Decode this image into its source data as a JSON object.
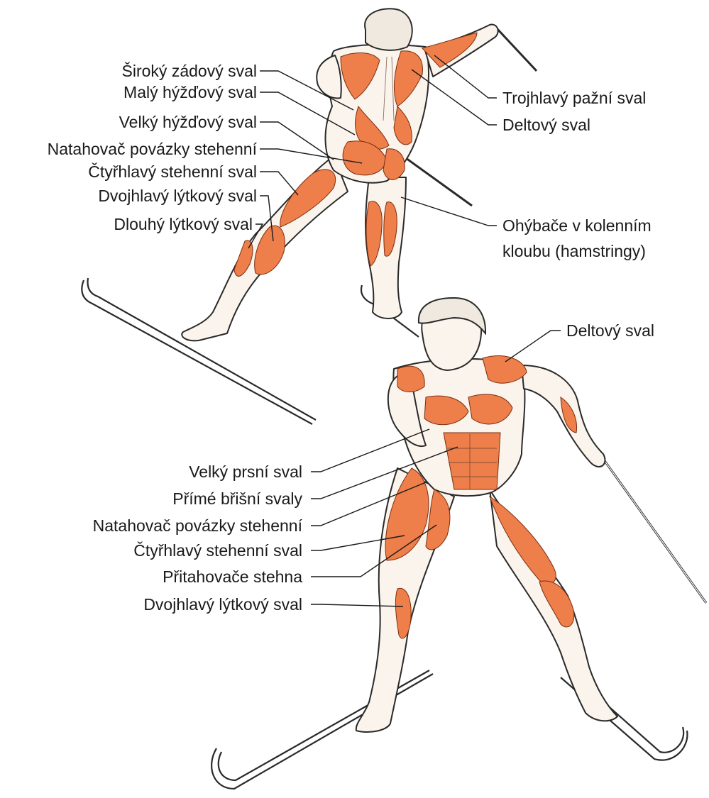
{
  "top_figure": {
    "labels_left": [
      "Široký zádový sval",
      "Malý hýžďový sval",
      "Velký hýžďový sval",
      "Natahovač povázky stehenní",
      "Čtyřhlavý stehenní sval",
      "Dvojhlavý lýtkový sval",
      "Dlouhý lýtkový sval"
    ],
    "labels_right": [
      "Trojhlavý pažní sval",
      "Deltový sval"
    ],
    "hamstrings_line1": "Ohýbače v kolenním",
    "hamstrings_line2": "kloubu (hamstringy)"
  },
  "bottom_figure": {
    "deltoid_label": "Deltový sval",
    "labels_left": [
      "Velký prsní sval",
      "Přímé břišní svaly",
      "Natahovač povázky stehenní",
      "Čtyřhlavý stehenní sval",
      "Přitahovače stehna",
      "Dvojhlavý lýtkový sval"
    ]
  },
  "colors": {
    "muscle": "#ee7e4a",
    "skin": "#fbf4ec",
    "line": "#1a1a1a"
  }
}
